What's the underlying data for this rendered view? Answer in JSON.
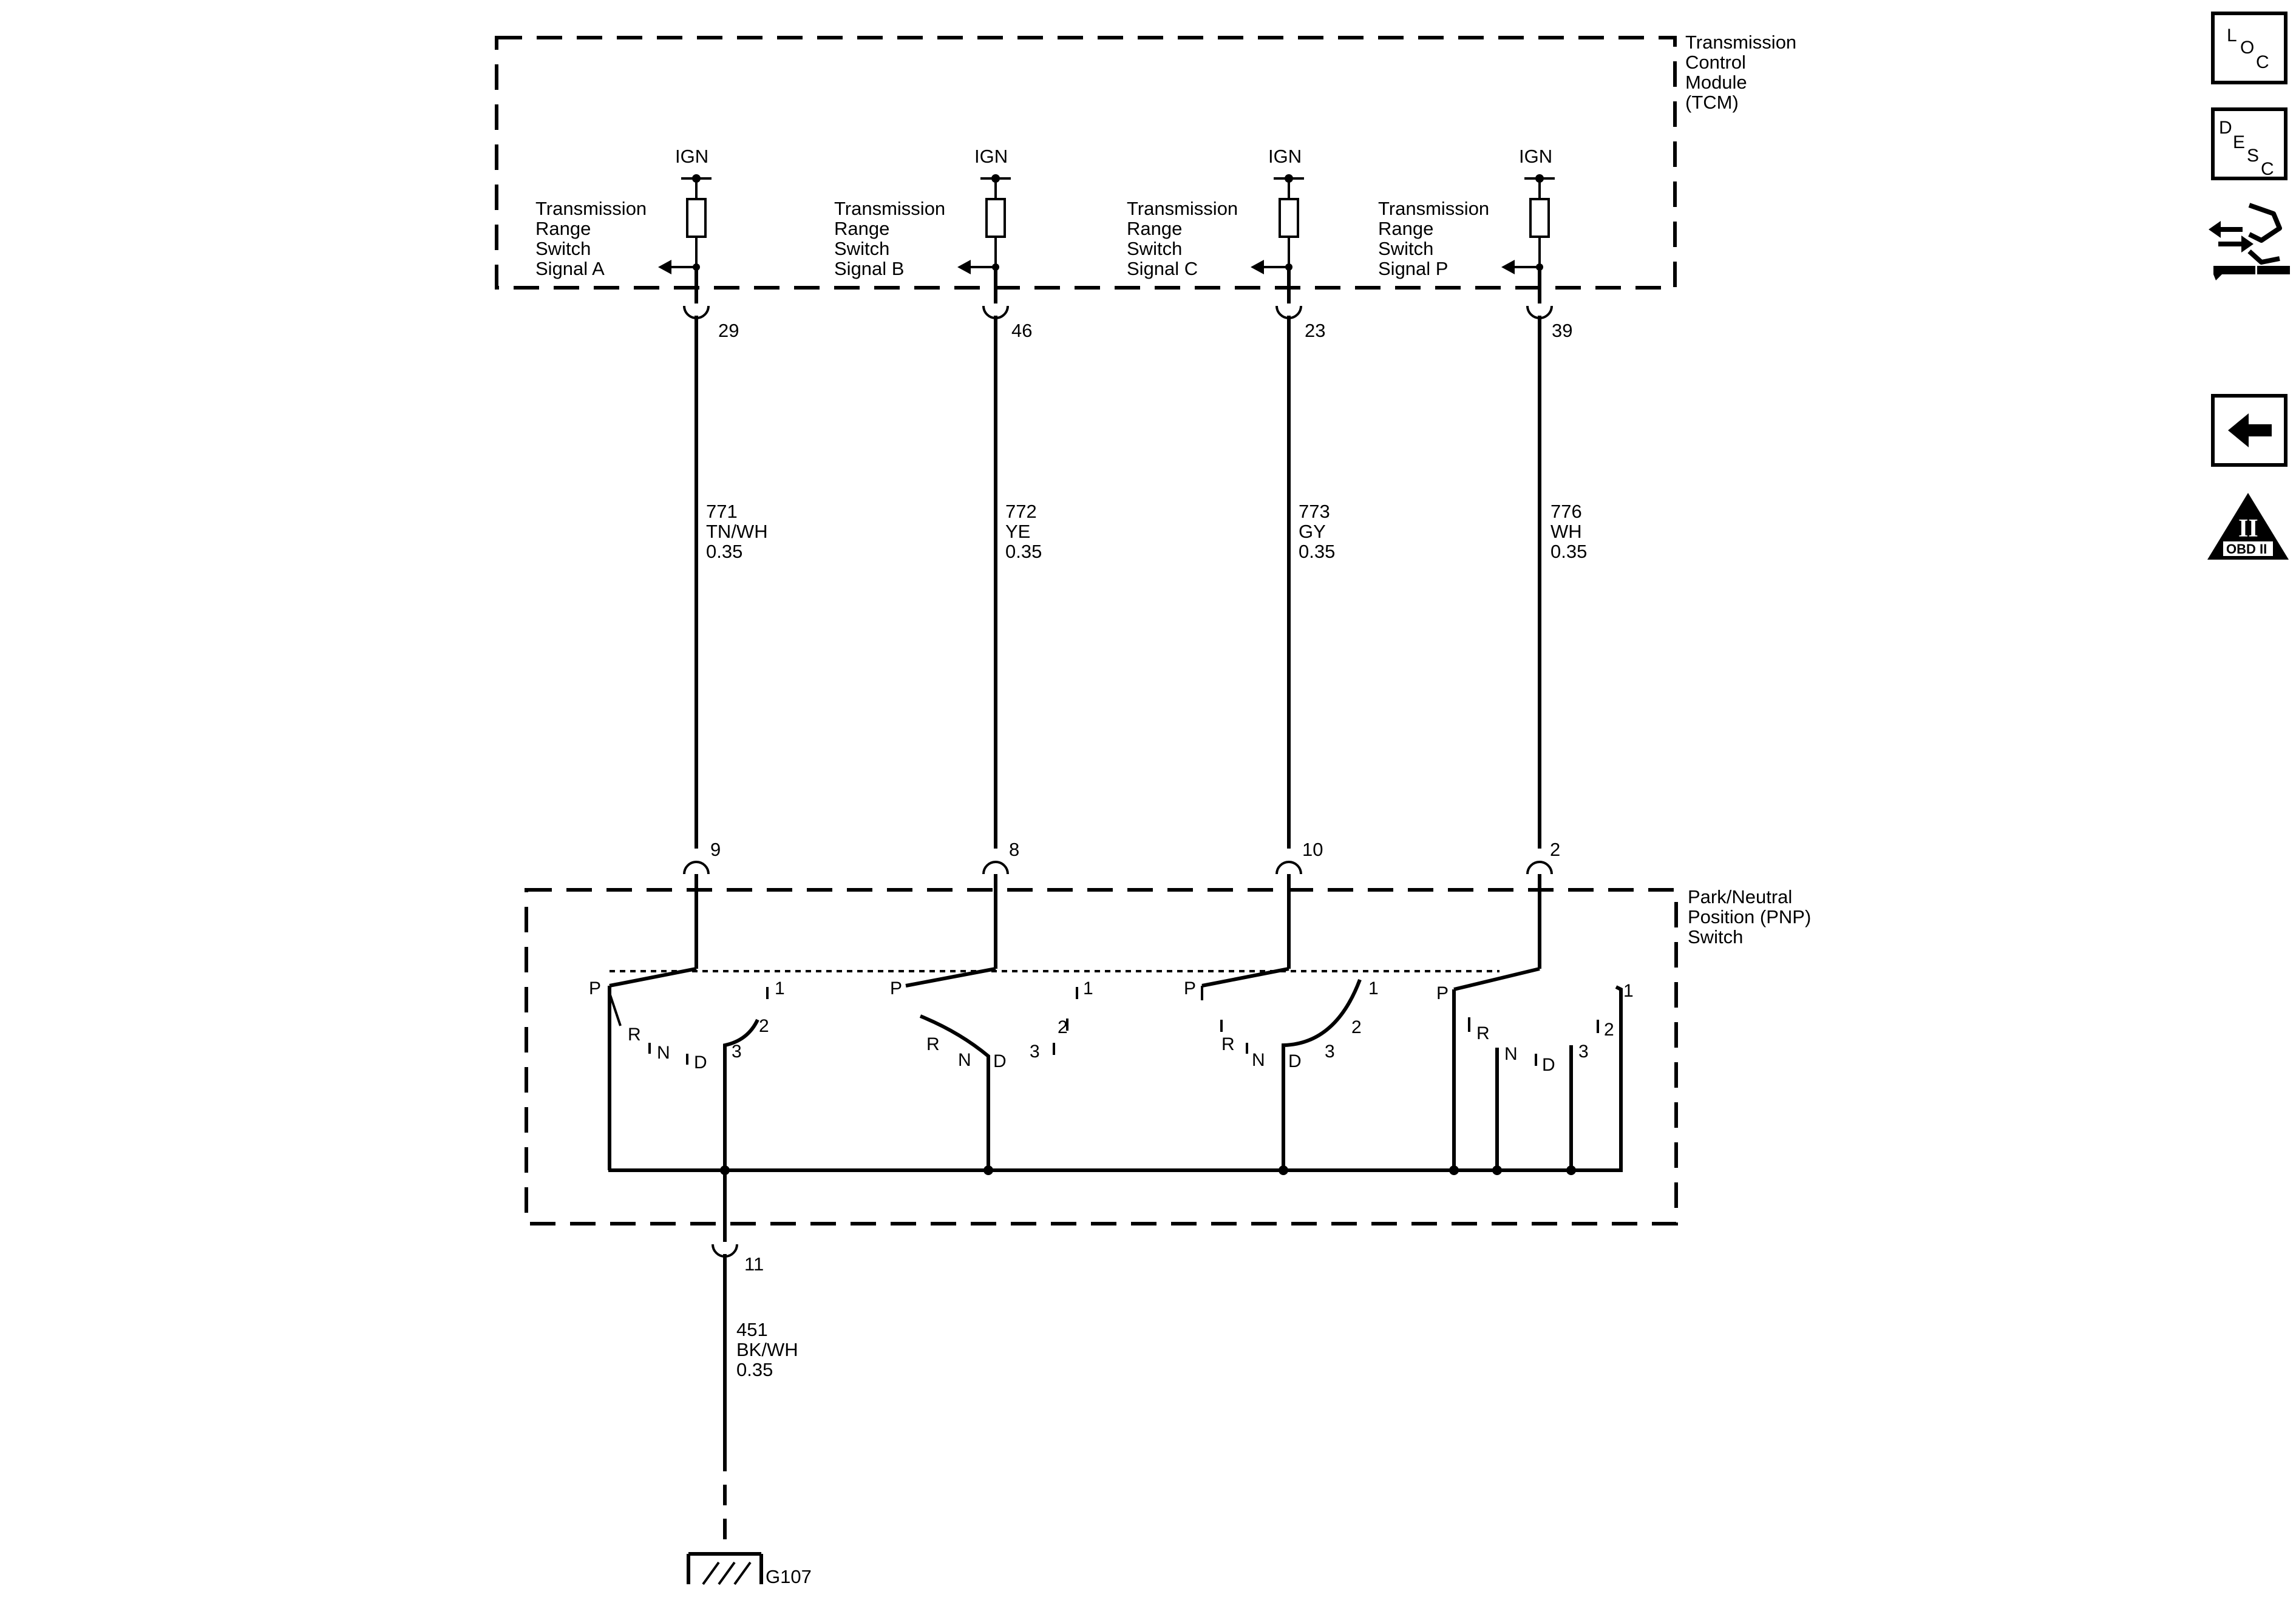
{
  "tcm": {
    "title_lines": [
      "Transmission",
      "Control",
      "Module",
      "(TCM)"
    ],
    "supply_label": "IGN",
    "signals": [
      {
        "lines": [
          "Transmission",
          "Range",
          "Switch",
          "Signal A"
        ],
        "pin": "29"
      },
      {
        "lines": [
          "Transmission",
          "Range",
          "Switch",
          "Signal B"
        ],
        "pin": "46"
      },
      {
        "lines": [
          "Transmission",
          "Range",
          "Switch",
          "Signal C"
        ],
        "pin": "23"
      },
      {
        "lines": [
          "Transmission",
          "Range",
          "Switch",
          "Signal P"
        ],
        "pin": "39"
      }
    ]
  },
  "wires": [
    {
      "circuit": "771",
      "color": "TN/WH",
      "size": "0.35"
    },
    {
      "circuit": "772",
      "color": "YE",
      "size": "0.35"
    },
    {
      "circuit": "773",
      "color": "GY",
      "size": "0.35"
    },
    {
      "circuit": "776",
      "color": "WH",
      "size": "0.35"
    }
  ],
  "pnp": {
    "title_lines": [
      "Park/Neutral",
      "Position (PNP)",
      "Switch"
    ],
    "pins": [
      "9",
      "8",
      "10",
      "2"
    ],
    "positions": [
      "P",
      "R",
      "N",
      "D",
      "3",
      "2",
      "1"
    ],
    "ground_pin": "11"
  },
  "ground_wire": {
    "circuit": "451",
    "color": "BK/WH",
    "size": "0.35"
  },
  "ground": {
    "label": "G107"
  },
  "nav": {
    "loc_letters": [
      "L",
      "O",
      "C"
    ],
    "desc_letters": [
      "D",
      "E",
      "S",
      "C"
    ],
    "obd_roman": "II",
    "obd_text": "OBD II"
  }
}
